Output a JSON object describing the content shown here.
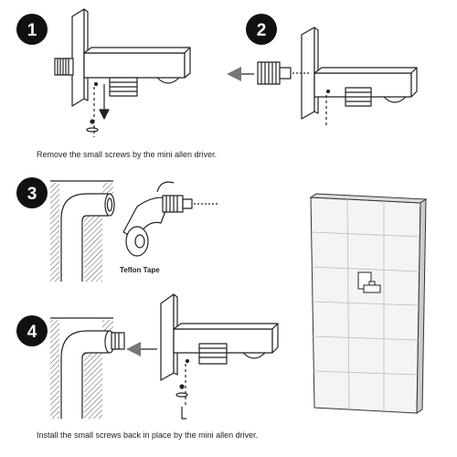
{
  "steps": [
    {
      "number": "1"
    },
    {
      "number": "2"
    },
    {
      "number": "3"
    },
    {
      "number": "4"
    }
  ],
  "captions": {
    "top": "Remove the small screws by the mini allen driver.",
    "bottom": "Install the small screws back in place by the mini allen driver."
  },
  "labels": {
    "teflon_tape": "Teflon Tape"
  },
  "colors": {
    "badge": "#111111",
    "line": "#222222",
    "hatch": "#555555",
    "arrow_gray": "#777777",
    "tile": "#f4f4f4"
  }
}
